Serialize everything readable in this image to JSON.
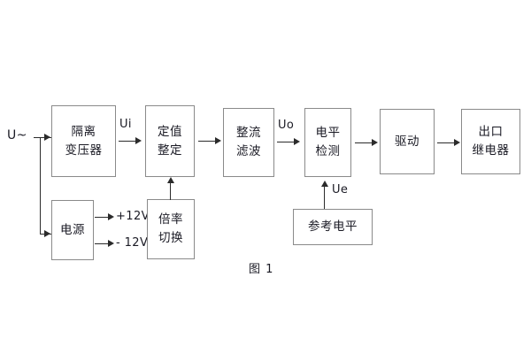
{
  "figure": {
    "caption": "图 1",
    "background_color": "#ffffff",
    "box_border_color": "#8a8a8a",
    "line_color": "#2b2b2b",
    "text_color": "#1a1a24"
  },
  "blocks": [
    {
      "id": "isolation-transformer",
      "line1": "隔离",
      "line2": "变压器"
    },
    {
      "id": "setpoint-adjust",
      "line1": "定值",
      "line2": "整定"
    },
    {
      "id": "rectify-filter",
      "line1": "整流",
      "line2": "滤波"
    },
    {
      "id": "level-detect",
      "line1": "电平",
      "line2": "检测"
    },
    {
      "id": "driver",
      "line1": "驱动",
      "line2": ""
    },
    {
      "id": "output-relay",
      "line1": "出口",
      "line2": "继电器"
    },
    {
      "id": "power-supply",
      "line1": "电源",
      "line2": ""
    },
    {
      "id": "multiplier-switch",
      "line1": "倍率",
      "line2": "切换"
    },
    {
      "id": "reference-level",
      "line1": "参考电平",
      "line2": ""
    }
  ],
  "signal_labels": {
    "input_source": "U~",
    "ui": "Ui",
    "uo": "Uo",
    "ue": "Ue",
    "rail_positive": "+12V",
    "rail_negative": "- 12V"
  }
}
